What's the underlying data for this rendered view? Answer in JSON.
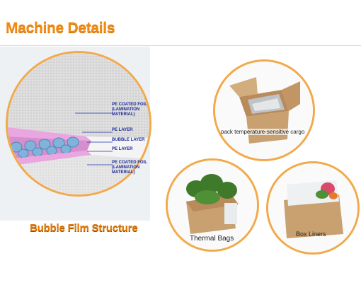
{
  "header": {
    "title": "Machine Details"
  },
  "structure": {
    "title": "Bubble Film Structure",
    "labels": [
      "PE COATED FOIL\n(LAMINATION\nMATERIAL)",
      "PE LAYER",
      "BUBBLE LAYER",
      "PE LAYER",
      "PE COATED FOIL\n(LAMINATION\nMATERIAL)"
    ]
  },
  "photos": {
    "cargo_caption": "pack temperature-sensitive cargo",
    "thermal_caption": "Thermal Bags",
    "liners_caption": "Box Liners"
  },
  "colors": {
    "accent": "#f08a12",
    "ring": "#f2a94a",
    "label_blue": "#1c2a9a",
    "pink": "#e9a6e0",
    "bubble": "#7fb3d9"
  }
}
